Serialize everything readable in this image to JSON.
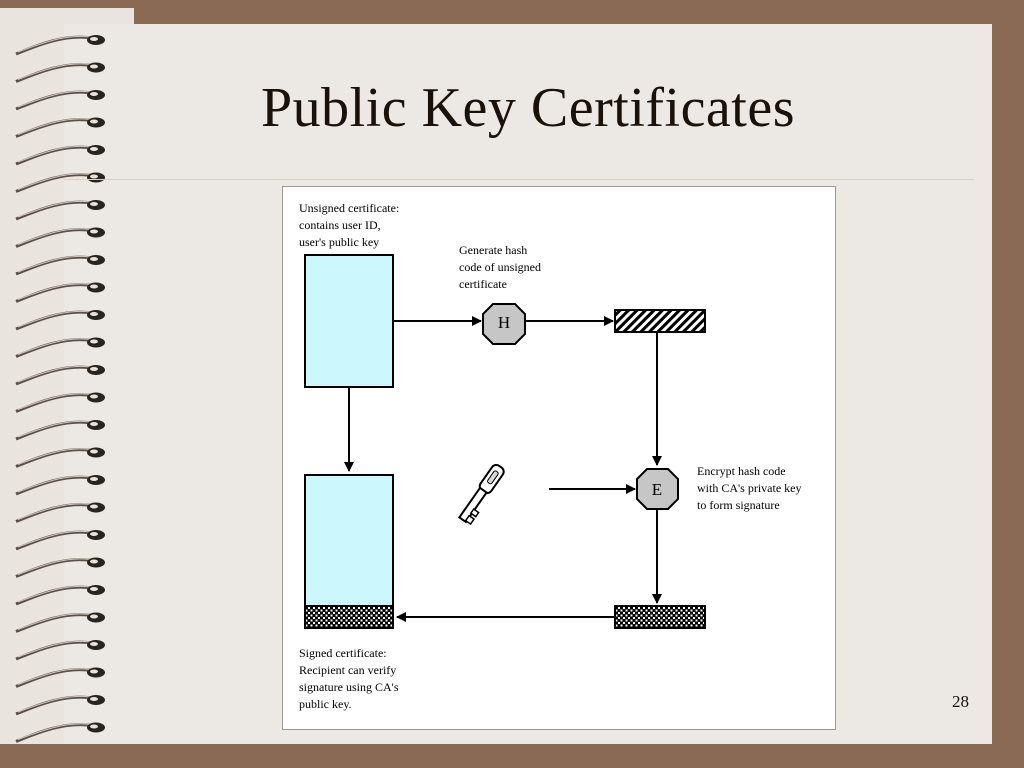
{
  "slide": {
    "title": "Public Key Certificates",
    "page_number": "28"
  },
  "diagram": {
    "unsigned_label": [
      "Unsigned certificate:",
      "contains user ID,",
      "user's public key"
    ],
    "hash_label": [
      "Generate hash",
      "code of unsigned",
      "certificate"
    ],
    "hash_node": "H",
    "encrypt_node": "E",
    "encrypt_label": [
      "Encrypt hash code",
      "with CA's private key",
      "to form signature"
    ],
    "signed_label": [
      "Signed certificate:",
      "Recipient can verify",
      "signature using CA's",
      "public key."
    ]
  },
  "colors": {
    "certificate_fill": "#ccf7fc",
    "node_fill": "#c6c6c6",
    "frame": "#8b6a55",
    "paper": "#ece8e3"
  }
}
